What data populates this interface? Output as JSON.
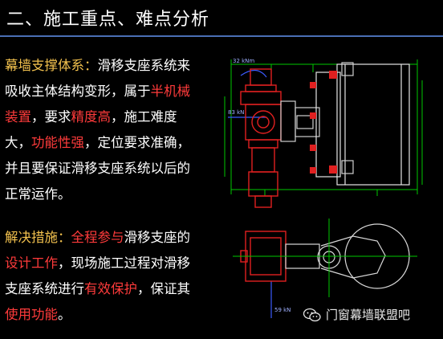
{
  "title": "二、施工重点、难点分析",
  "para1": {
    "label": "幕墙支撑体系：",
    "t1": "滑移支座系统来吸收主体结构变形，属于",
    "r1": "半机械装置",
    "t2": "，要求",
    "r2": "精度高",
    "t3": "，施工难度大，",
    "r3": "功能性强",
    "t4": "，定位要求准确，并且要保证滑移支座系统以后的正常运作。"
  },
  "para2": {
    "label": "解决措施：",
    "r1": "全程参与",
    "t1": "滑移支座的",
    "r2": "设计工作",
    "t2": "，现场施工过程对滑移支座系统进行",
    "r3": "有效保护",
    "t3": "，保证其",
    "r4": "使用功能",
    "t4": "。"
  },
  "drawing": {
    "load_top": "32 kNm",
    "load_side": "83 kN",
    "load_bottom": "59 kN"
  },
  "watermark": {
    "text": "门窗幕墙联盟吧",
    "icon": "wechat-icon"
  },
  "colors": {
    "highlight_yellow": "#f2c14e",
    "highlight_red": "#ff3b3b",
    "rule": "#4a6fb5"
  }
}
